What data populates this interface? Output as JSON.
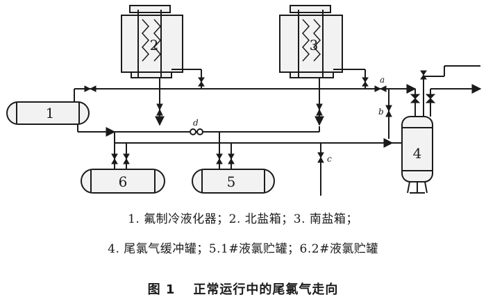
{
  "equipment_labels": {
    "condenser": "1",
    "north_brine_box": "2",
    "south_brine_box": "3",
    "buffer_tank": "4",
    "liquid_storage_1": "5",
    "liquid_storage_2": "6"
  },
  "valve_labels": {
    "a": "a",
    "b": "b",
    "c": "c",
    "d": "d"
  },
  "legend": {
    "line1": "1. 氟制冷液化器；2. 北盐箱；3. 南盐箱；",
    "line2": "4. 尾氯气缓冲罐；5.1#液氯贮罐；6.2#液氯贮罐"
  },
  "figure": {
    "number": "图 1",
    "title": "正常运行中的尾氯气走向"
  },
  "colors": {
    "ink": "#1a1a1a",
    "paper": "#ffffff",
    "fill": "#f2f2f2"
  }
}
